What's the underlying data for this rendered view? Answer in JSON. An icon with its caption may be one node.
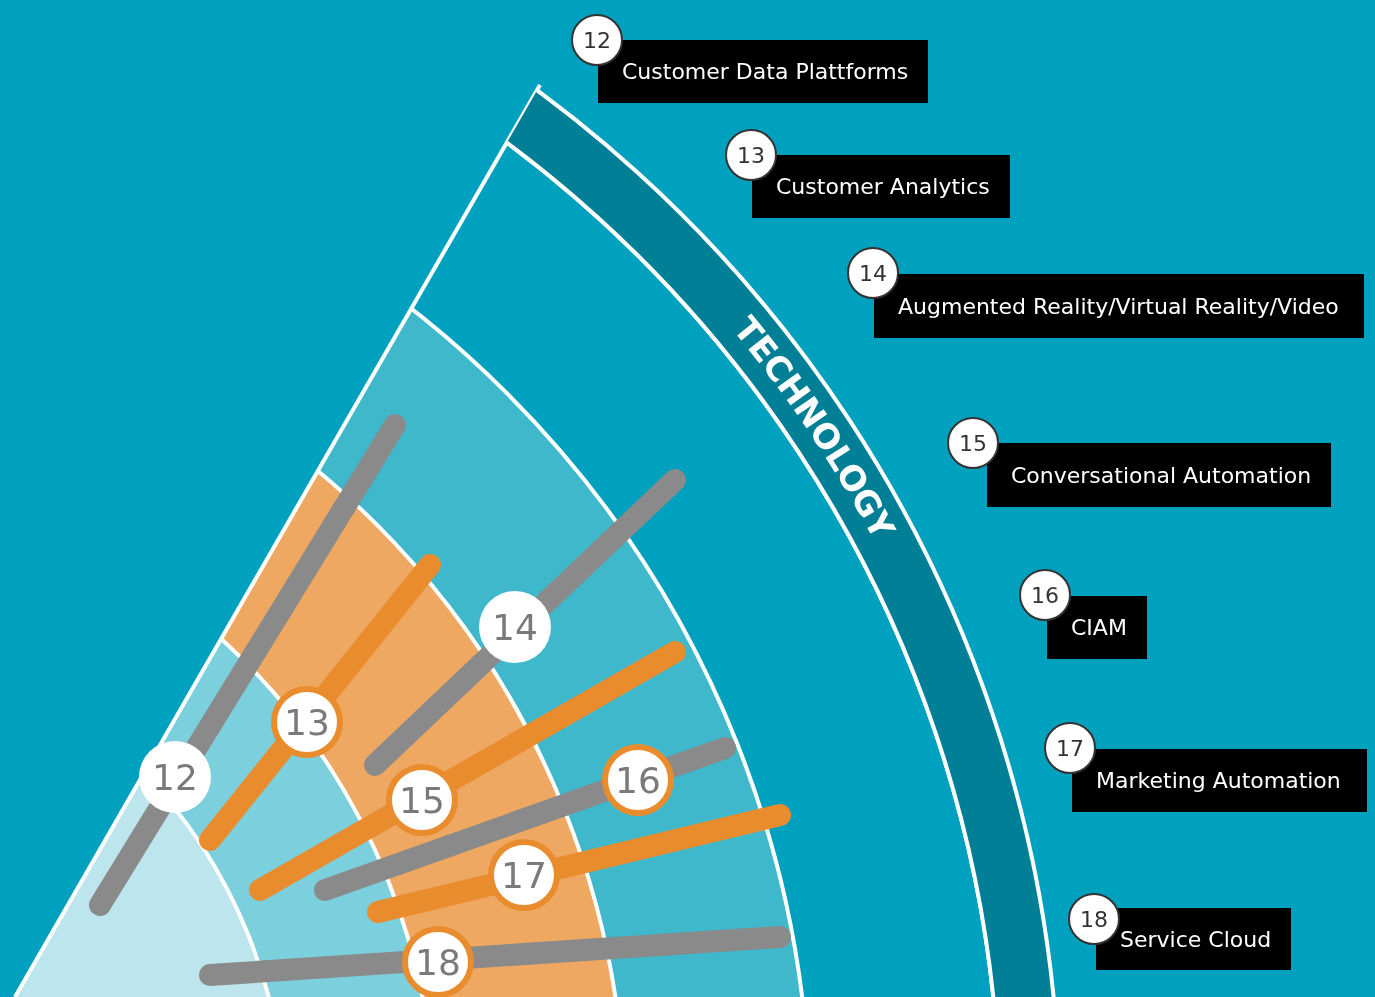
{
  "diagram": {
    "nodes": [
      {
        "text": [
          "TECHNOLOGY"
        ]
      },
      {
        "text": [
          "12",
          "Customer Data Plattforms"
        ]
      },
      {
        "text": [
          "13",
          "Customer Analytics"
        ]
      },
      {
        "text": [
          "14",
          "Augmented Reality/Virtual Reality/Video"
        ]
      },
      {
        "text": [
          "15",
          "Conversational Automation"
        ]
      },
      {
        "text": [
          "16",
          "CIAM"
        ]
      },
      {
        "text": [
          "17",
          "Marketing Automation"
        ]
      },
      {
        "text": [
          "18",
          "Service Cloud"
        ]
      }
    ],
    "labels": [
      "14",
      "13",
      "12",
      "16",
      "15",
      "17",
      "18"
    ]
  }
}
